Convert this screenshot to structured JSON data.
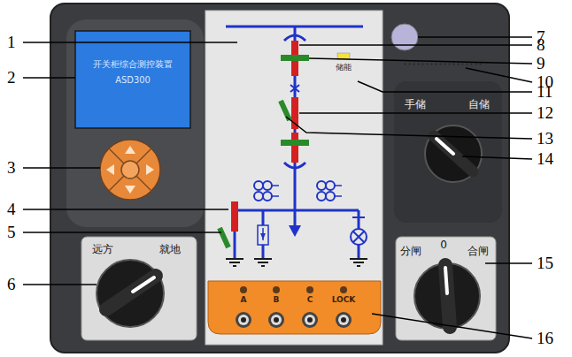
{
  "diagram": {
    "nodes": [
      {
        "text": [
          "开关柜综合测控装置",
          "ASD300"
        ]
      },
      {
        "text": [
          "远方",
          "就地"
        ]
      },
      {
        "text": [
          "手储",
          "自储"
        ]
      },
      {
        "text": [
          "分闸",
          "0",
          "合闸"
        ]
      },
      {
        "text": [
          "A",
          "B",
          "C",
          "LOCK"
        ]
      }
    ],
    "labels": [
      "1",
      "2",
      "3",
      "4",
      "5",
      "6",
      "7",
      "8",
      "9",
      "10",
      "11",
      "12",
      "13",
      "14",
      "15",
      "16",
      "储能"
    ]
  }
}
